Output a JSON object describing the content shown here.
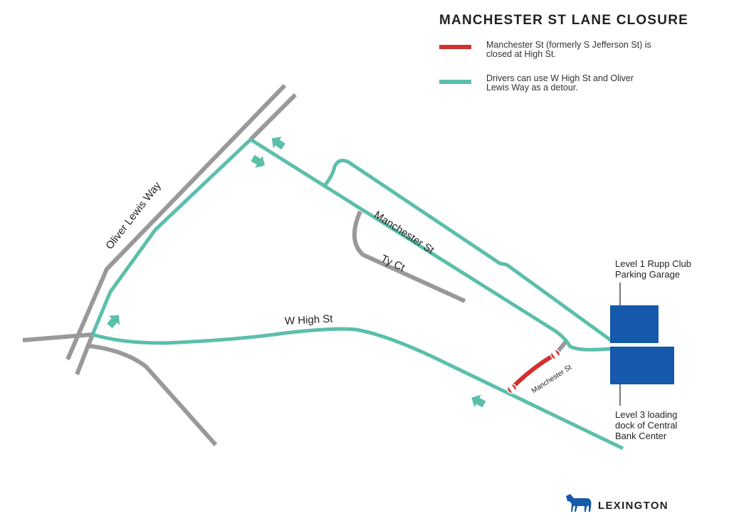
{
  "title": "MANCHESTER ST LANE CLOSURE",
  "legend": [
    {
      "color": "#d32f2f",
      "text": "Manchester St (formerly S Jefferson St) is closed at High St."
    },
    {
      "color": "#5bbfaa",
      "text": "Drivers can use W High St and Oliver Lewis Way as a detour."
    }
  ],
  "colors": {
    "road": "#999999",
    "detour": "#5bbfaa",
    "closed": "#d32f2f",
    "building": "#1459ab"
  },
  "labels": {
    "oliver_lewis_way": "Oliver Lewis Way",
    "manchester_st": "Manchester St",
    "ty_ct": "Ty Ct",
    "w_high_st": "W High St",
    "manchester_st_small": "Manchester St"
  },
  "notes": {
    "garage": "Level 1 Rupp Club Parking Garage",
    "loading_dock": "Level 3 loading dock of Central Bank Center"
  },
  "logo": {
    "text": "LEXINGTON",
    "icon": "horse-icon"
  }
}
